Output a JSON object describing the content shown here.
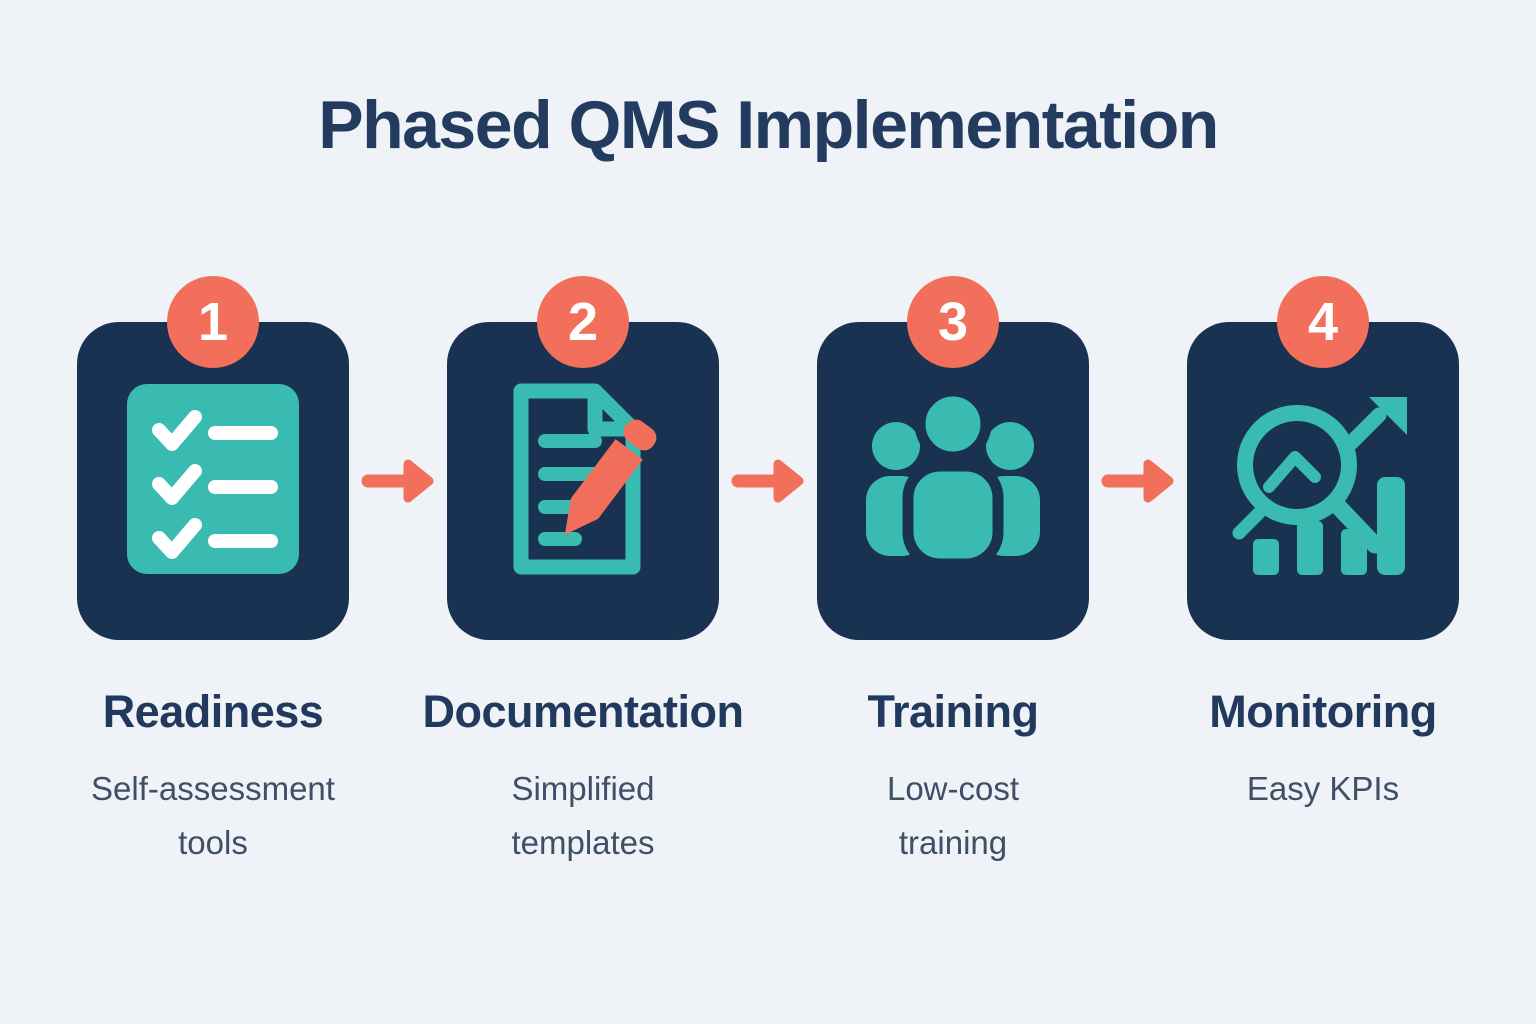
{
  "title": "Phased QMS Implementation",
  "colors": {
    "background": "#EFF3F8",
    "card_navy": "#1A3252",
    "accent_teal": "#39BBB2",
    "accent_coral": "#F2705B",
    "title_navy": "#233B5E",
    "description_slate": "#3E4F66",
    "badge_text": "#FFFFFF"
  },
  "phases": [
    {
      "number": "1",
      "name": "Readiness",
      "description": "Self-assessment tools",
      "description_lines": [
        "Self-assessment",
        "tools"
      ],
      "icon": "checklist-icon"
    },
    {
      "number": "2",
      "name": "Documentation",
      "description": "Simplified templates",
      "description_lines": [
        "Simplified",
        "templates"
      ],
      "icon": "document-edit-icon"
    },
    {
      "number": "3",
      "name": "Training",
      "description": "Low-cost training",
      "description_lines": [
        "Low-cost",
        "training"
      ],
      "icon": "people-group-icon"
    },
    {
      "number": "4",
      "name": "Monitoring",
      "description": "Easy KPIs",
      "description_lines": [
        "Easy KPIs"
      ],
      "icon": "chart-magnifier-icon"
    }
  ]
}
